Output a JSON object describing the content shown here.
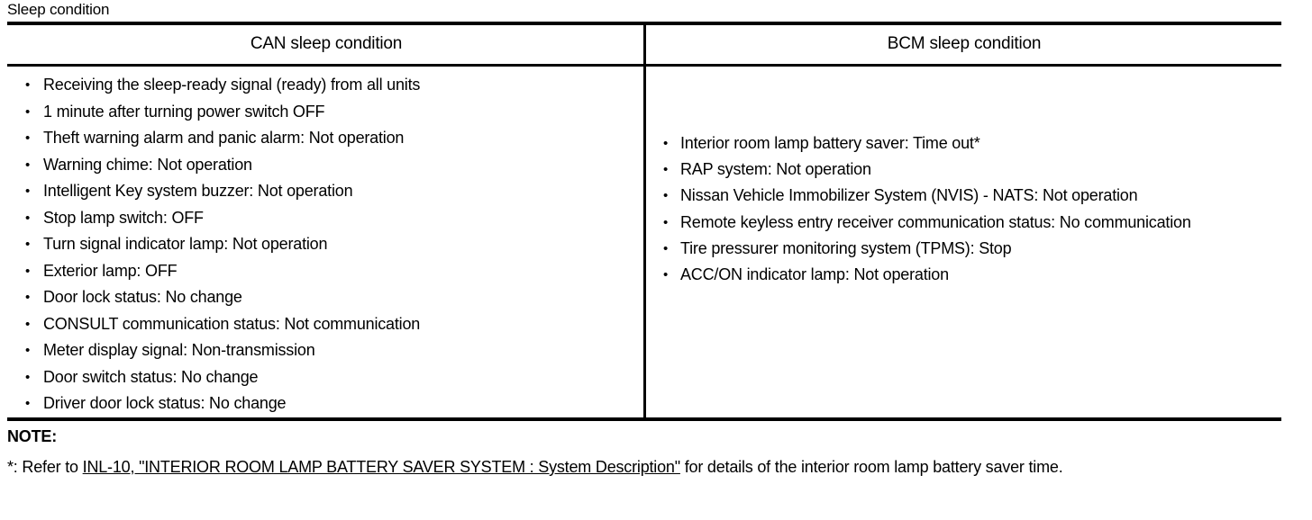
{
  "caption": "Sleep condition",
  "table": {
    "columns": [
      {
        "header": "CAN sleep condition",
        "items": [
          "Receiving the sleep-ready signal (ready) from all units",
          "1 minute after turning power switch OFF",
          "Theft warning alarm and panic alarm: Not operation",
          "Warning chime: Not operation",
          "Intelligent Key system buzzer: Not operation",
          "Stop lamp switch: OFF",
          "Turn signal indicator lamp: Not operation",
          "Exterior lamp: OFF",
          "Door lock status: No change",
          "CONSULT communication status: Not communication",
          "Meter display signal: Non-transmission",
          "Door switch status: No change",
          "Driver door lock status: No change"
        ]
      },
      {
        "header": "BCM sleep condition",
        "items": [
          "Interior room lamp battery saver: Time out*",
          "RAP system: Not operation",
          "Nissan Vehicle Immobilizer System (NVIS) - NATS: Not operation",
          "Remote keyless entry receiver communication status: No communication",
          "Tire pressurer monitoring system (TPMS): Stop",
          "ACC/ON indicator lamp: Not operation"
        ]
      }
    ]
  },
  "note": {
    "label": "NOTE:",
    "prefix": "*: Refer to ",
    "link": "INL-10, \"INTERIOR ROOM LAMP BATTERY SAVER SYSTEM : System Description\"",
    "suffix": " for details of the interior room lamp battery saver time."
  }
}
